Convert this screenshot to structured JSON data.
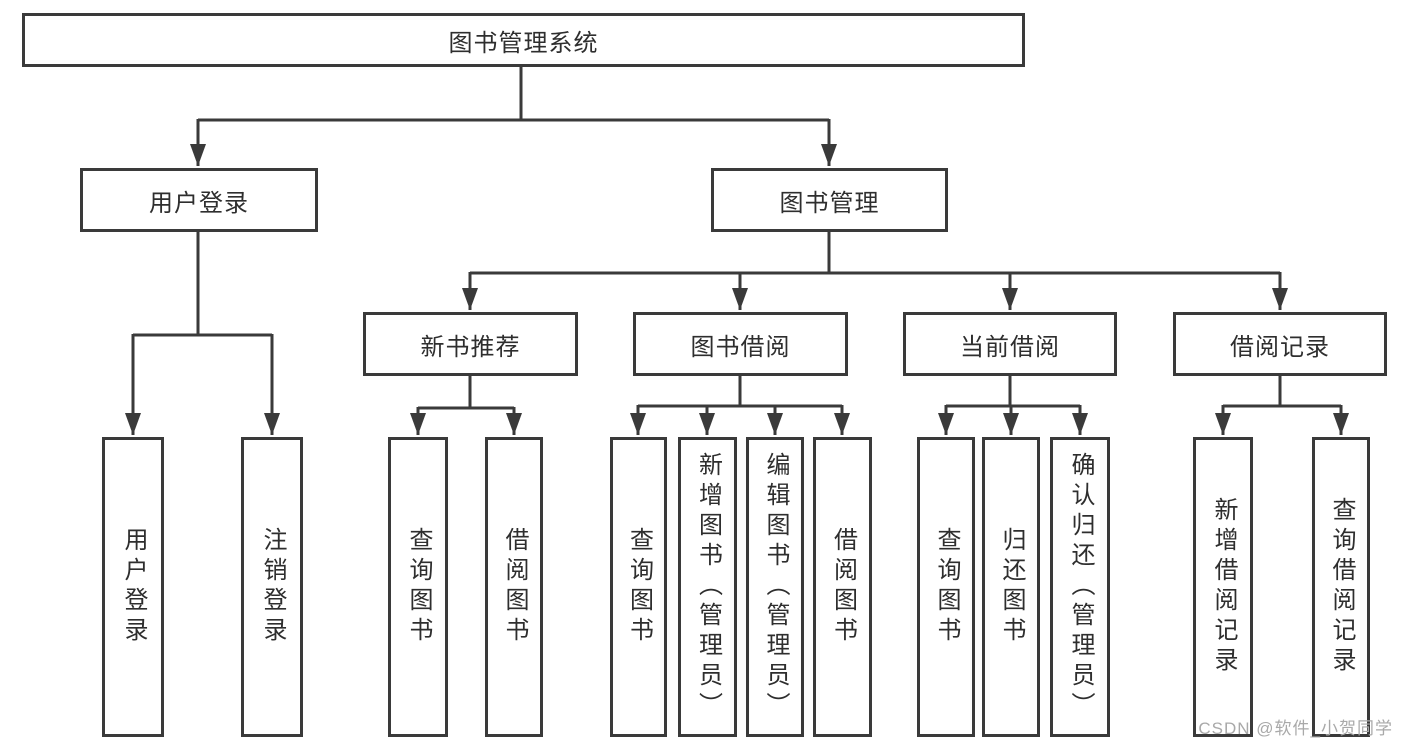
{
  "diagram_title": "图书管理系统",
  "watermark": "CSDN @软件_小贺同学",
  "colors": {
    "line": "#3a3a3a",
    "box_border": "#3a3a3a",
    "box_fill": "#ffffff",
    "text": "#2e2e2e",
    "watermark": "#a9a9a9"
  },
  "tree": {
    "label": "图书管理系统",
    "children": [
      {
        "label": "用户登录",
        "children": [
          {
            "label": "用户登录"
          },
          {
            "label": "注销登录"
          }
        ]
      },
      {
        "label": "图书管理",
        "children": [
          {
            "label": "新书推荐",
            "children": [
              {
                "label": "查询图书"
              },
              {
                "label": "借阅图书"
              }
            ]
          },
          {
            "label": "图书借阅",
            "children": [
              {
                "label": "查询图书"
              },
              {
                "label": "新增图书（管理员）"
              },
              {
                "label": "编辑图书（管理员）"
              },
              {
                "label": "借阅图书"
              }
            ]
          },
          {
            "label": "当前借阅",
            "children": [
              {
                "label": "查询图书"
              },
              {
                "label": "归还图书"
              },
              {
                "label": "确认归还（管理员）"
              }
            ]
          },
          {
            "label": "借阅记录",
            "children": [
              {
                "label": "新增借阅记录"
              },
              {
                "label": "查询借阅记录"
              }
            ]
          }
        ]
      }
    ]
  }
}
